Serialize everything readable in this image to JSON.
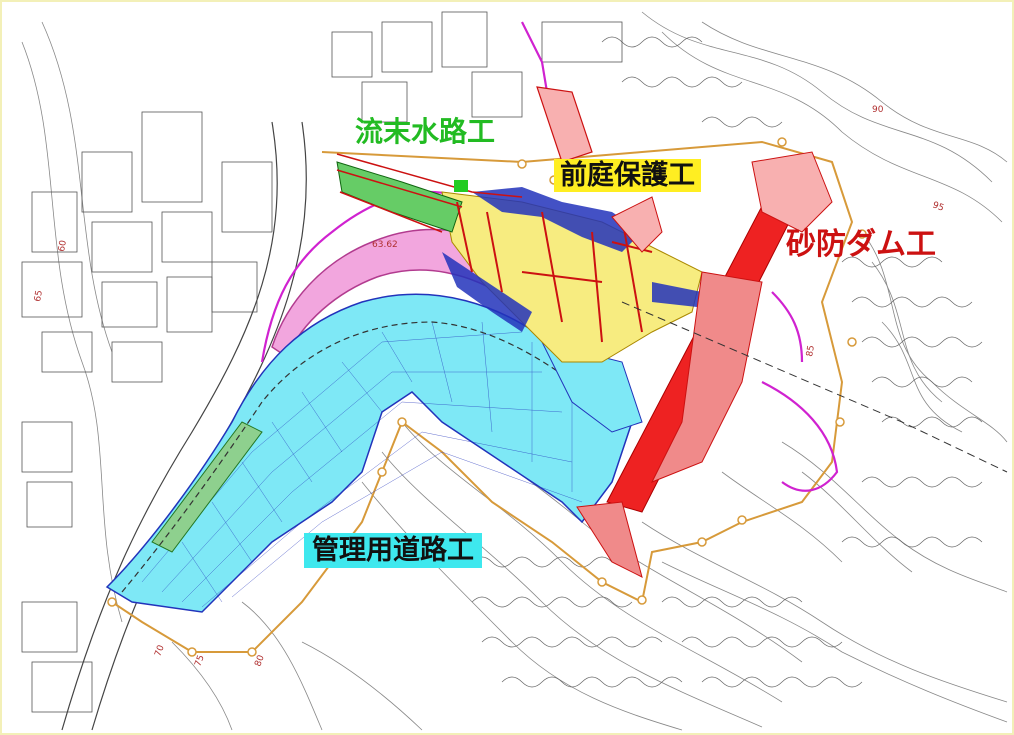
{
  "labels": {
    "ryumatsu": {
      "text": "流末水路工",
      "color": "#22bb22"
    },
    "zentei": {
      "text": "前庭保護工",
      "color": "#111111",
      "bg": "#ffee22"
    },
    "sabo": {
      "text": "砂防ダム工",
      "color": "#cc1111"
    },
    "kanri": {
      "text": "管理用道路工",
      "color": "#111111",
      "bg": "#3ee8ee"
    }
  },
  "contours": {
    "values": [
      "60",
      "65",
      "70",
      "75",
      "80",
      "85",
      "90",
      "95",
      "63.62"
    ]
  },
  "colors": {
    "road": "#7ee8f6",
    "apron": "#f7ec80",
    "dam": "#ee2222",
    "blue_slope": "#2233bb",
    "pink_slope": "#f2a6de",
    "green": "#66cc66",
    "boundary": "#d79a3a",
    "magenta_line": "#d022d0"
  }
}
